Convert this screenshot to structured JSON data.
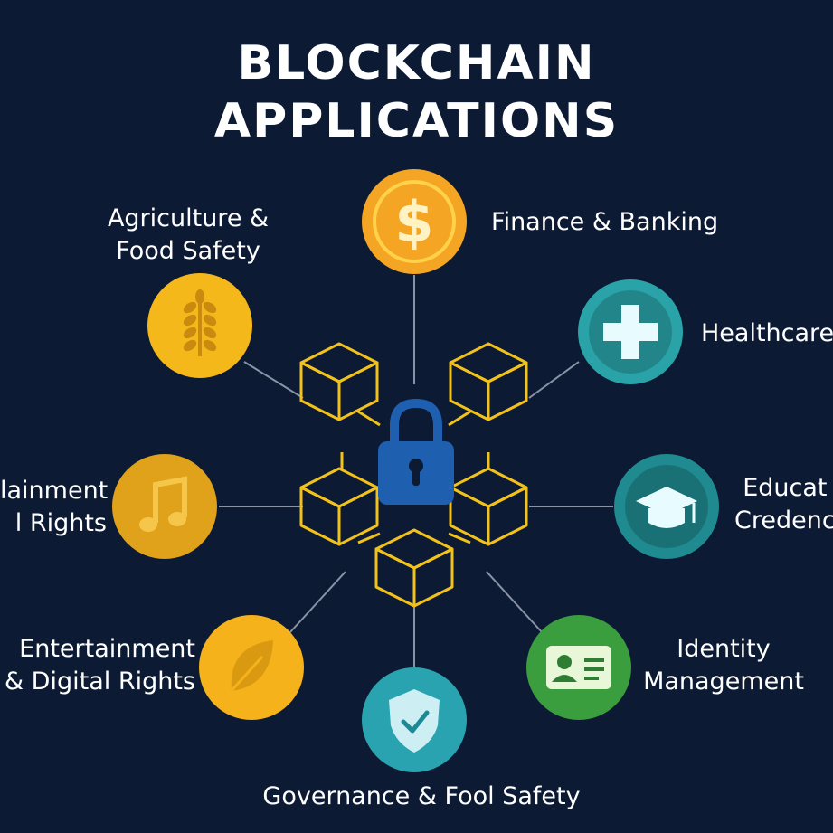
{
  "title": {
    "line1": "BLOCKCHAIN",
    "line2": "APPLICATIONS"
  },
  "colors": {
    "background": "#0c1a33",
    "block_stroke": "#f2c21b",
    "lock": "#1f5fb0",
    "connector": "#8a93a6"
  },
  "center": {
    "icon": "padlock-icon",
    "blocks_icon": "blockchain-cubes"
  },
  "nodes": [
    {
      "id": "finance",
      "label_lines": [
        "Finance & Banking"
      ],
      "icon": "dollar-icon",
      "color": "#f5a524"
    },
    {
      "id": "healthcare",
      "label_lines": [
        "Healthcare"
      ],
      "icon": "medical-cross-icon",
      "color": "#2aa3a8"
    },
    {
      "id": "education",
      "label_lines": [
        "Educat",
        "Credenc"
      ],
      "icon": "graduation-cap-icon",
      "color": "#1f8a8f"
    },
    {
      "id": "identity",
      "label_lines": [
        "Identity",
        "Management"
      ],
      "icon": "id-card-icon",
      "color": "#3a9d3e"
    },
    {
      "id": "governance",
      "label_lines": [
        "Governance & Fool Safety"
      ],
      "icon": "shield-check-icon",
      "color": "#2aa3b0"
    },
    {
      "id": "entertainment",
      "label_lines": [
        "Entertainment",
        "& Digital Rights"
      ],
      "icon": "leaf-icon",
      "color": "#f5b21b"
    },
    {
      "id": "entertainment-music",
      "label_lines": [
        "lainment",
        "l Rights"
      ],
      "icon": "music-note-icon",
      "color": "#e0a21a"
    },
    {
      "id": "agriculture",
      "label_lines": [
        "Agriculture &",
        "Food Safety"
      ],
      "icon": "wheat-icon",
      "color": "#f5b81b"
    }
  ]
}
